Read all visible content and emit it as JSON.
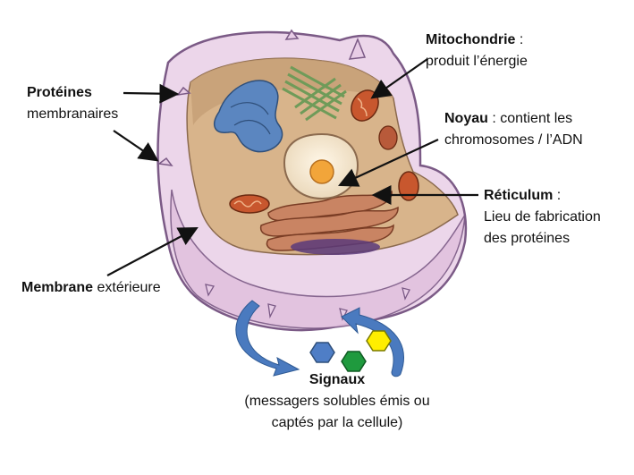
{
  "labels": {
    "proteines": {
      "bold": "Protéines",
      "rest": "membranaires"
    },
    "mitochondrie": {
      "bold": "Mitochondrie",
      "sep": " :",
      "rest": "produit l’énergie"
    },
    "noyau": {
      "bold": "Noyau",
      "sep": " : contient les",
      "rest": "chromosomes / l’ADN"
    },
    "reticulum": {
      "bold": "Réticulum",
      "sep": " :",
      "rest1": "Lieu de fabrication",
      "rest2": "des protéines"
    },
    "membrane": {
      "bold": "Membrane",
      "rest": " extérieure"
    },
    "signaux": {
      "bold": "Signaux",
      "rest1": "(messagers solubles émis ou",
      "rest2": "captés par la cellule)"
    }
  },
  "colors": {
    "membrane": "#e9cfe6",
    "membrane_edge": "#7b5a86",
    "cytoplasm": "#d7b48c",
    "signal_blue": "#4f7ec6",
    "signal_green": "#1f9a3e",
    "signal_yellow": "#ffee00",
    "arrow_blue": "#4a7abf"
  }
}
